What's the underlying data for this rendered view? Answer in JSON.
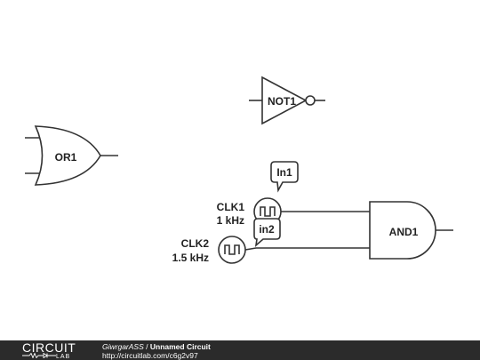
{
  "gates": {
    "or1": "OR1",
    "not1": "NOT1",
    "and1": "AND1"
  },
  "sources": {
    "clk1": {
      "name": "CLK1",
      "freq": "1 kHz"
    },
    "clk2": {
      "name": "CLK2",
      "freq": "1.5 kHz"
    }
  },
  "tags": {
    "in1": "In1",
    "in2": "in2"
  },
  "footer": {
    "logo_top": "CIRCUIT",
    "logo_bottom": "LAB",
    "user": "GiwrgarASS",
    "separator": " / ",
    "circuit_title": "Unnamed Circuit",
    "url": "http://circuitlab.com/c6g2v97"
  }
}
